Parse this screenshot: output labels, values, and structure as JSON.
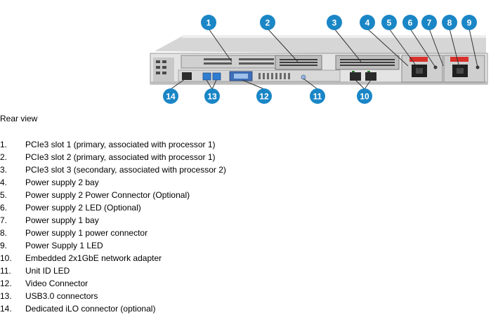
{
  "diagram": {
    "callouts": [
      "1",
      "2",
      "3",
      "4",
      "5",
      "6",
      "7",
      "8",
      "9",
      "10",
      "11",
      "12",
      "13",
      "14"
    ],
    "colors": {
      "callout_fill": "#1a86c6",
      "chassis_light": "#e6e6e6",
      "chassis_mid": "#c9c9c9",
      "chassis_dark": "#3a3a3a",
      "accent_blue": "#2f7dd1",
      "psu_red": "#d9312b"
    }
  },
  "caption": "Rear view",
  "legend": [
    {
      "num": "1.",
      "label": "PCIe3 slot 1 (primary, associated with processor 1)"
    },
    {
      "num": "2.",
      "label": "PCIe3 slot 2 (primary, associated with processor 1)"
    },
    {
      "num": "3.",
      "label": "PCIe3 slot 3 (secondary, associated with processor 2)"
    },
    {
      "num": "4.",
      "label": "Power supply 2 bay"
    },
    {
      "num": "5.",
      "label": "Power supply 2 Power Connector (Optional)"
    },
    {
      "num": "6.",
      "label": "Power supply 2 LED (Optional)"
    },
    {
      "num": "7.",
      "label": "Power supply 1 bay"
    },
    {
      "num": "8.",
      "label": "Power supply 1 power connector"
    },
    {
      "num": "9.",
      "label": "Power Supply 1 LED"
    },
    {
      "num": "10.",
      "label": "Embedded 2x1GbE network adapter"
    },
    {
      "num": "11.",
      "label": "Unit ID LED"
    },
    {
      "num": "12.",
      "label": "Video Connector"
    },
    {
      "num": "13.",
      "label": "USB3.0 connectors"
    },
    {
      "num": "14.",
      "label": "Dedicated iLO connector (optional)"
    }
  ]
}
